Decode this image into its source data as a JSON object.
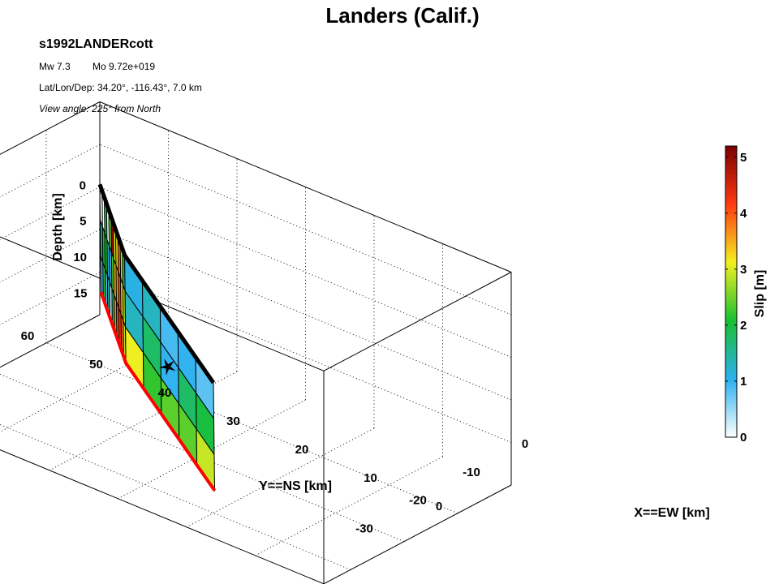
{
  "chart_data": {
    "type": "heatmap",
    "title": "Landers (Calif.)",
    "event_id": "s1992LANDERcott",
    "magnitude_text": "Mw 7.3",
    "moment_text": "Mo 9.72e+019",
    "location_text": "Lat/Lon/Dep: 34.20°, -116.43°, 7.0 km",
    "view_text": "View angle: 225° from North",
    "depth_label": "Depth [km]",
    "ns_label": "Y==NS [km]",
    "ew_label": "X==EW [km]",
    "colorbar_label": "Slip [m]",
    "depth_ticks": [
      "0",
      "5",
      "10",
      "15"
    ],
    "ns_ticks": [
      "60",
      "50",
      "40",
      "30",
      "20",
      "10",
      "0"
    ],
    "ew_ticks": [
      "0",
      "-10",
      "-20",
      "-30"
    ],
    "colorbar_ticks": [
      "5",
      "4",
      "3",
      "2",
      "1",
      "0"
    ],
    "slip_range": [
      0,
      5.2
    ],
    "depth_range": [
      0,
      15
    ],
    "ns_range": [
      0,
      60
    ],
    "ew_range": [
      -35,
      0
    ],
    "grid": true,
    "colormap": [
      "#ffffff",
      "#2ab0ee",
      "#18c032",
      "#f2f020",
      "#ff3a10",
      "#7a0000"
    ],
    "top_edge_color": "#000000",
    "bottom_edge_color": "#ff0000",
    "segments": [
      {
        "columns": 11,
        "top": [
          [
            0,
            60
          ],
          [
            -12,
            47
          ]
        ],
        "bottom": [
          [
            0,
            60
          ],
          [
            -12,
            47
          ]
        ]
      },
      {
        "columns": 5,
        "top": [
          [
            -12,
            47
          ],
          [
            -30,
            20
          ]
        ],
        "bottom": [
          [
            -12,
            47
          ],
          [
            -30,
            20
          ]
        ]
      }
    ],
    "slip": [
      [
        0.0,
        0.0,
        1.9,
        0.0,
        2.5,
        5.0,
        3.0,
        3.2,
        3.8,
        2.9,
        1.6,
        1.1,
        1.3,
        0.9,
        1.0,
        0.8
      ],
      [
        1.6,
        2.0,
        2.1,
        1.1,
        1.0,
        2.3,
        3.4,
        3.6,
        4.1,
        3.2,
        2.8,
        1.3,
        1.8,
        1.0,
        1.8,
        2.0
      ],
      [
        0.9,
        2.2,
        0.9,
        1.4,
        0.3,
        1.7,
        3.7,
        4.0,
        4.2,
        3.9,
        2.9,
        3.1,
        2.2,
        2.4,
        2.4,
        2.9
      ]
    ],
    "hypocenter": {
      "column": 13.4,
      "depth": 7.0
    }
  }
}
